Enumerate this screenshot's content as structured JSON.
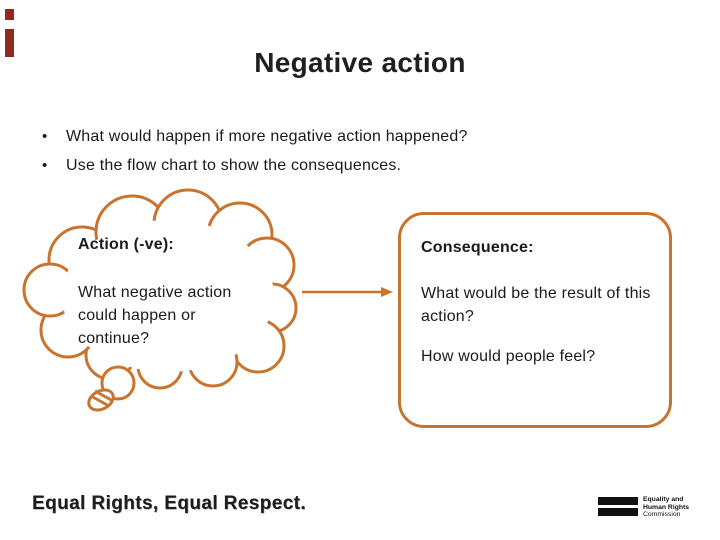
{
  "slide": {
    "title": "Negative action",
    "bullet_char": "•",
    "bullets": [
      "What would happen if more negative action happened?",
      "Use the flow chart to show the consequences."
    ],
    "cloud": {
      "heading": "Action (-ve):",
      "body": "What negative action could happen or continue?"
    },
    "consequence_box": {
      "heading": "Consequence:",
      "question1": "What would be the result of this action?",
      "question2": "How would people feel?"
    },
    "footer": {
      "campaign_text": "Equal Rights, Equal Respect.",
      "logo": {
        "line1": "Equality and",
        "line2": "Human Rights",
        "line3": "Commission"
      }
    },
    "colors": {
      "accent_orange": "#C8742E",
      "corner_red": "#8F2A1C",
      "logo_black": "#111111"
    }
  }
}
